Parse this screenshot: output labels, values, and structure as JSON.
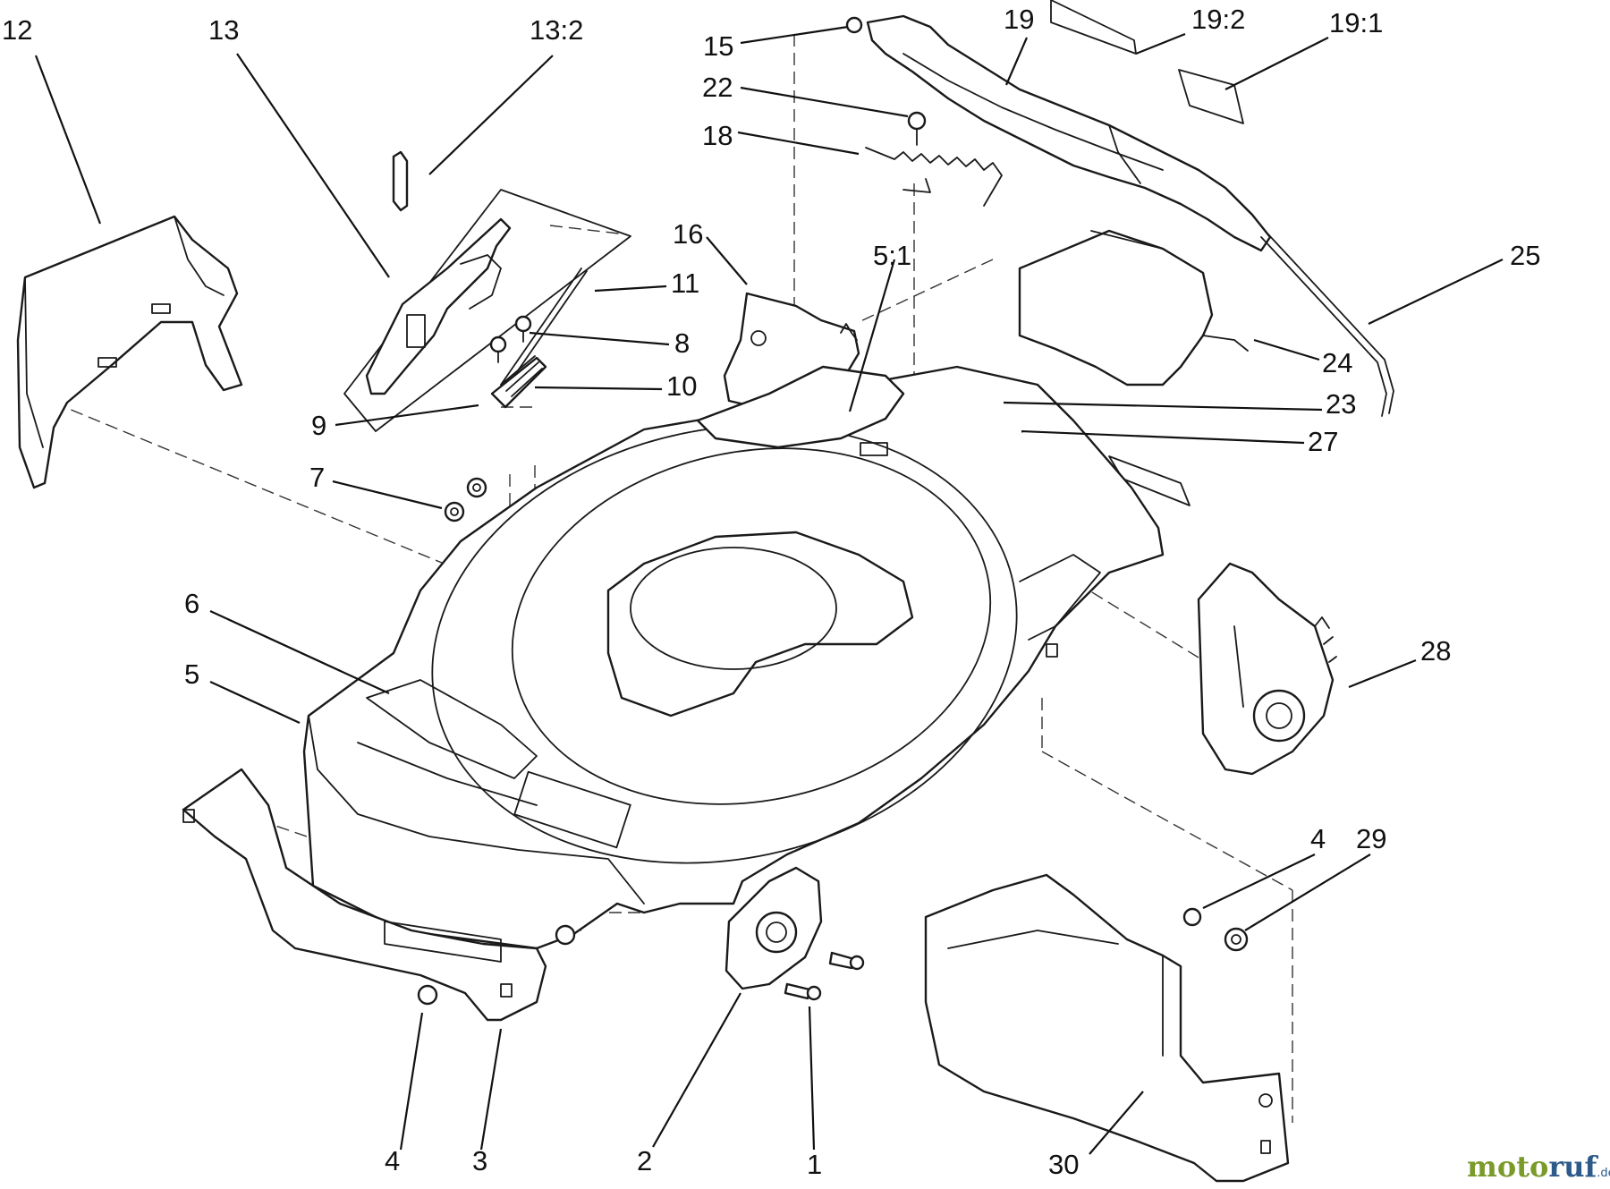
{
  "callouts": [
    {
      "id": "c12",
      "label": "12"
    },
    {
      "id": "c13",
      "label": "13"
    },
    {
      "id": "c13-2",
      "label": "13:2"
    },
    {
      "id": "c15",
      "label": "15"
    },
    {
      "id": "c19",
      "label": "19"
    },
    {
      "id": "c19-2",
      "label": "19:2"
    },
    {
      "id": "c19-1",
      "label": "19:1"
    },
    {
      "id": "c22",
      "label": "22"
    },
    {
      "id": "c18",
      "label": "18"
    },
    {
      "id": "c16",
      "label": "16"
    },
    {
      "id": "c5-1",
      "label": "5:1"
    },
    {
      "id": "c25",
      "label": "25"
    },
    {
      "id": "c11",
      "label": "11"
    },
    {
      "id": "c8",
      "label": "8"
    },
    {
      "id": "c10",
      "label": "10"
    },
    {
      "id": "c9",
      "label": "9"
    },
    {
      "id": "c24",
      "label": "24"
    },
    {
      "id": "c23",
      "label": "23"
    },
    {
      "id": "c27",
      "label": "27"
    },
    {
      "id": "c7",
      "label": "7"
    },
    {
      "id": "c6",
      "label": "6"
    },
    {
      "id": "c5",
      "label": "5"
    },
    {
      "id": "c28",
      "label": "28"
    },
    {
      "id": "c4a",
      "label": "4"
    },
    {
      "id": "c29",
      "label": "29"
    },
    {
      "id": "c4b",
      "label": "4"
    },
    {
      "id": "c3",
      "label": "3"
    },
    {
      "id": "c2",
      "label": "2"
    },
    {
      "id": "c1",
      "label": "1"
    },
    {
      "id": "c30",
      "label": "30"
    }
  ],
  "watermark": {
    "brand_part1": "moto",
    "brand_part2": "ruf",
    "suffix": ".de"
  },
  "colors": {
    "line": "#1a1a1a",
    "watermark_green": "#7a9a2a",
    "watermark_blue": "#2c5a8a"
  }
}
